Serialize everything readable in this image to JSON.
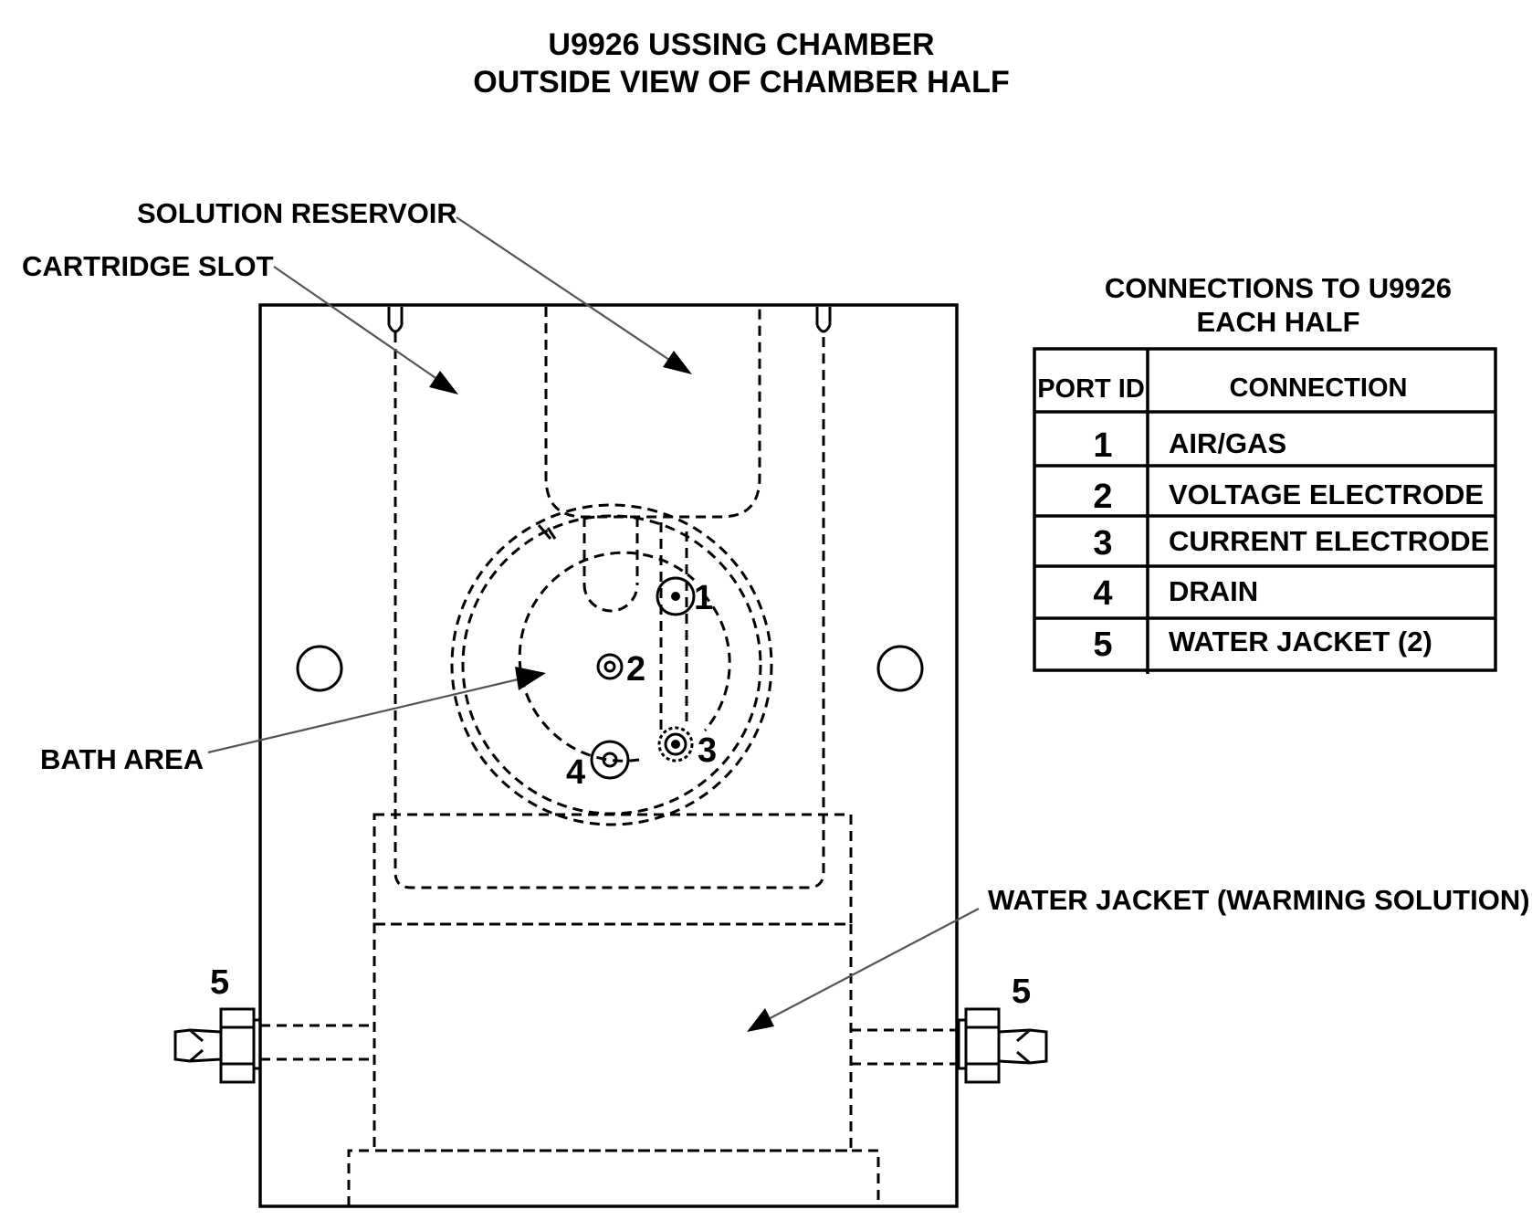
{
  "title": {
    "line1": "U9926 USSING CHAMBER",
    "line2": "OUTSIDE VIEW OF CHAMBER HALF"
  },
  "labels": {
    "solution_reservoir": "SOLUTION RESERVOIR",
    "cartridge_slot": "CARTRIDGE SLOT",
    "bath_area": "BATH AREA",
    "water_jacket": "WATER JACKET (WARMING SOLUTION)"
  },
  "ports": {
    "p1": "1",
    "p2": "2",
    "p3": "3",
    "p4": "4",
    "p5_left": "5",
    "p5_right": "5"
  },
  "connections_table": {
    "title_line1": "CONNECTIONS TO U9926",
    "title_line2": "EACH HALF",
    "headers": [
      "PORT ID",
      "CONNECTION"
    ],
    "rows": [
      {
        "port": "1",
        "connection": "AIR/GAS"
      },
      {
        "port": "2",
        "connection": "VOLTAGE ELECTRODE"
      },
      {
        "port": "3",
        "connection": "CURRENT ELECTRODE"
      },
      {
        "port": "4",
        "connection": "DRAIN"
      },
      {
        "port": "5",
        "connection": "WATER JACKET (2)"
      }
    ]
  }
}
